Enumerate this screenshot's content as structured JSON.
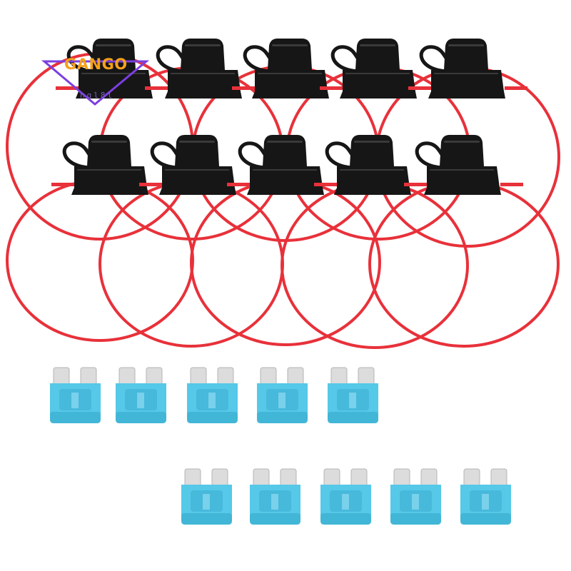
{
  "watermark": {
    "brand": "GANGO",
    "sub": "ngl8l",
    "triangle_color": "#7b3fe0",
    "text_color": "#f7a11a"
  },
  "colors": {
    "wire": "#e8313a",
    "holder": "#161616",
    "holder_highlight": "#3a3a3a",
    "fuse_body": "#56c8e8",
    "fuse_dark": "#2a9fc2",
    "fuse_blade": "#dcdcdc",
    "background": "#ffffff"
  },
  "products": {
    "fuse_holders_count": 10,
    "blade_fuses_count": 10
  }
}
